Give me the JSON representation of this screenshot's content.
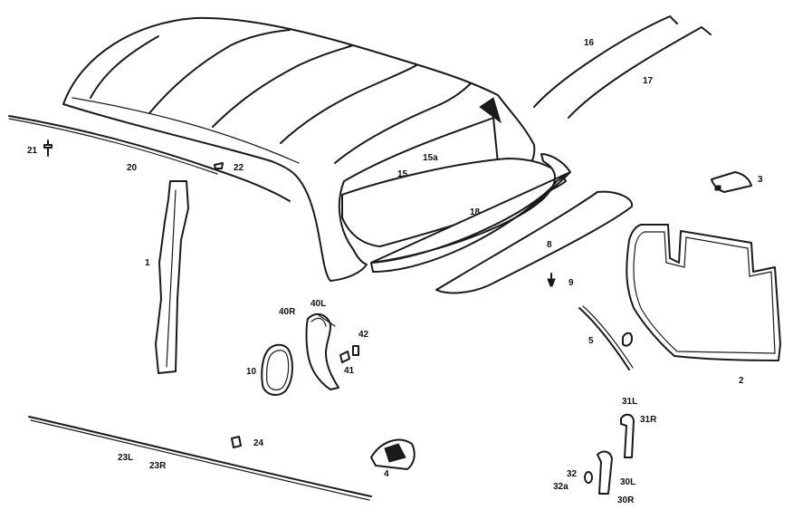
{
  "callouts": {
    "c1": "1",
    "c2": "2",
    "c3": "3",
    "c4": "4",
    "c5": "5",
    "c8": "8",
    "c9": "9",
    "c10": "10",
    "c15": "15",
    "c15a": "15a",
    "c16": "16",
    "c17": "17",
    "c18": "18",
    "c20": "20",
    "c21": "21",
    "c22": "22",
    "c23L": "23L",
    "c23R": "23R",
    "c24": "24",
    "c30L": "30L",
    "c30R": "30R",
    "c31L": "31L",
    "c31R": "31R",
    "c32": "32",
    "c32a": "32a",
    "c40L": "40L",
    "c40R": "40R",
    "c41": "41",
    "c42": "42"
  },
  "colors": {
    "line": "#1a1a1a",
    "background": "#ffffff"
  }
}
